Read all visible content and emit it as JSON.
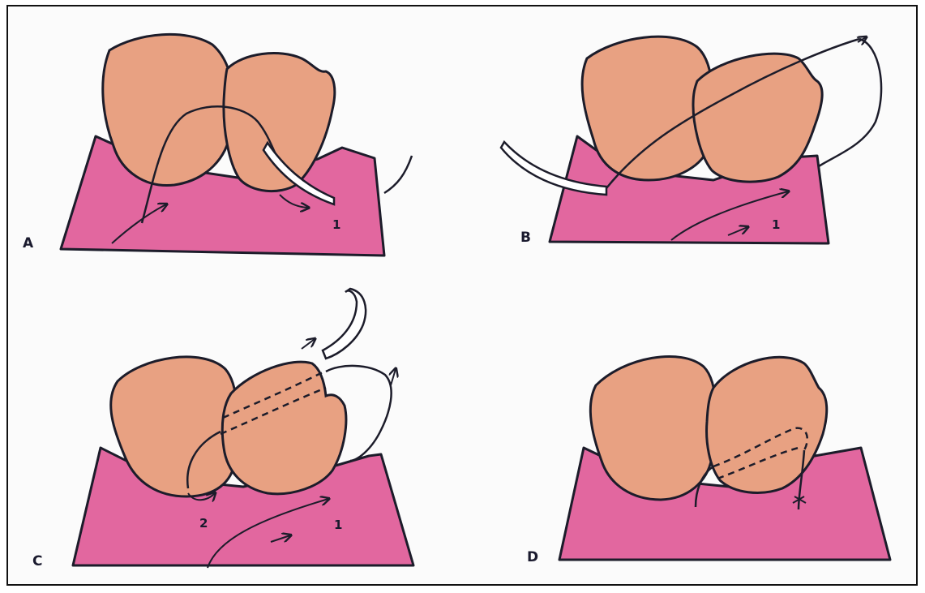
{
  "panels": [
    {
      "letter": "A",
      "numbers": [
        "1"
      ]
    },
    {
      "letter": "B",
      "numbers": [
        "1"
      ]
    },
    {
      "letter": "C",
      "numbers": [
        "2",
        "1"
      ]
    },
    {
      "letter": "D",
      "numbers": []
    }
  ],
  "colors": {
    "gum": "#e2679f",
    "gum_edge": "#c9508a",
    "tooth": "#e8a182",
    "outline": "#1c1c2a",
    "needle_fill": "#ffffff",
    "border": "#111111"
  },
  "icons": {
    "tooth": "tooth-shape",
    "gingiva": "gum-shape",
    "needle": "curved-needle",
    "suture": "suture-thread",
    "arrow": "direction-arrow"
  }
}
